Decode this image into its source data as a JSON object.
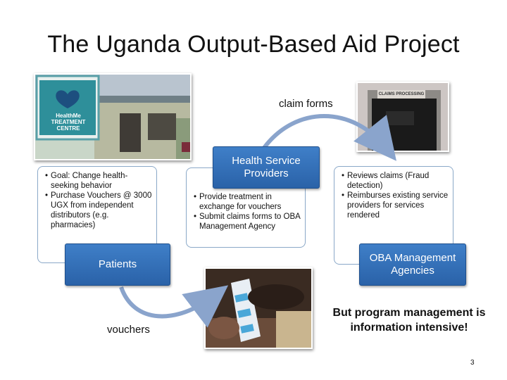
{
  "title": "The Uganda Output-Based Aid Project",
  "patients_box": {
    "label": "Patients",
    "bullets": [
      "Goal: Change health-seeking behavior",
      "Purchase Vouchers @ 3000 UGX from independent distributors (e.g. pharmacies)"
    ]
  },
  "providers_box": {
    "label": "Health Service Providers",
    "bullets": [
      "Provide treatment in exchange for vouchers",
      "Submit claims forms to OBA Management Agency"
    ]
  },
  "agencies_box": {
    "label": "OBA Management Agencies",
    "bullets": [
      "Reviews claims (Fraud detection)",
      "Reimburses existing service providers for services rendered"
    ]
  },
  "flow_labels": {
    "claim_forms": "claim forms",
    "vouchers": "vouchers"
  },
  "photos": {
    "clinic_sign_text": "HealthMe TREATMENT CENTRE",
    "claims_room_text": "CLAIMS PROCESSING"
  },
  "emphasis": "But program management is information intensive!",
  "page_number": "3",
  "colors": {
    "box_blue": "#2f6db5",
    "arrow_blue": "#8aa4cc",
    "border": "#8aa8c8"
  }
}
